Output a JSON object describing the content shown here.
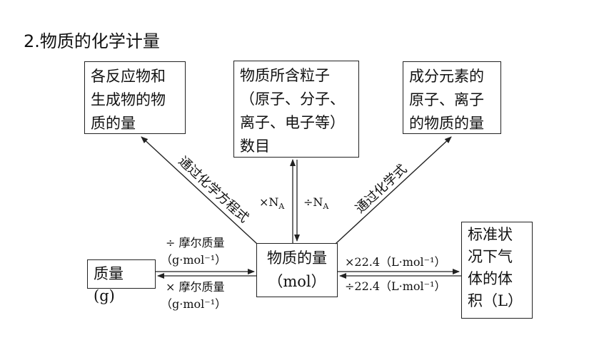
{
  "title": "2.物质的化学计量",
  "boxes": {
    "reactants": "各反应物和\n生成物的物\n质的量",
    "particles": "物质所含粒子\n（原子、分子、\n离子、电子等）\n数目",
    "elements": "成分元素的\n原子、离子\n的物质的量",
    "center": "物质的量\n（mol）",
    "mass": "质量 (g)",
    "gas": "标准状\n况下气\n体的体\n积（L）"
  },
  "labels": {
    "via_equation": "通过化学方程式",
    "via_formula": "通过化学式",
    "times_na": "×N",
    "div_na": "÷N",
    "na_sub": "A",
    "div_molar_mass": "÷ 摩尔质量",
    "times_molar_mass": "× 摩尔质量",
    "molar_mass_unit_top": "（g·mol⁻¹）",
    "molar_mass_unit_bottom": "（g·mol⁻¹）",
    "times_molar_volume": "×22.4（L·mol⁻¹）",
    "div_molar_volume": "÷22.4（L·mol⁻¹）"
  }
}
